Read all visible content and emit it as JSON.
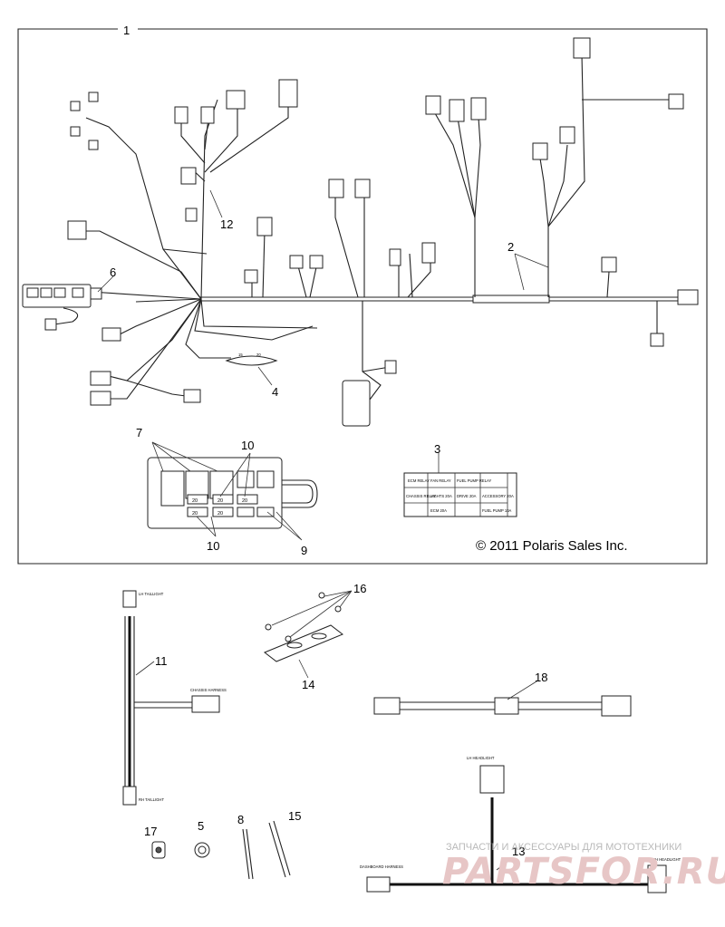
{
  "callouts": {
    "c1": "1",
    "c2": "2",
    "c3": "3",
    "c4": "4",
    "c5": "5",
    "c6": "6",
    "c7": "7",
    "c8": "8",
    "c9": "9",
    "c10a": "10",
    "c10b": "10",
    "c11": "11",
    "c12": "12",
    "c13": "13",
    "c14": "14",
    "c15": "15",
    "c16": "16",
    "c17": "17",
    "c18": "18"
  },
  "copyright": "© 2011 Polaris Sales Inc.",
  "decal": {
    "row1": [
      "ECM RELAY",
      "FAN RELAY",
      "FUEL PUMP RELAY"
    ],
    "row2": [
      "CHASSIS RELAY",
      "LIGHTS 20A",
      "DRIVE 20A",
      "ACCESSORY 20A"
    ],
    "row3": [
      "",
      "ECM 20A",
      "",
      "FUEL PUMP 10A"
    ]
  },
  "fuse_labels": [
    "20",
    "20",
    "20",
    "20",
    "20"
  ],
  "fuse4_labels": [
    "15",
    "20"
  ],
  "labels": {
    "lh_taillight": "LH TAILLIGHT",
    "rh_taillight": "RH TAILLIGHT",
    "chassis_harness": "CHASSIS HARNESS",
    "lh_headlight": "LH HEADLIGHT",
    "rh_headlight": "RH HEADLIGHT",
    "dashboard_harness": "DASHBOARD HARNESS"
  },
  "watermark": {
    "small": "ЗАПЧАСТИ И АКСЕССУАРЫ ДЛЯ МОТОТЕХНИКИ",
    "big": "PARTSFOR.RU"
  }
}
